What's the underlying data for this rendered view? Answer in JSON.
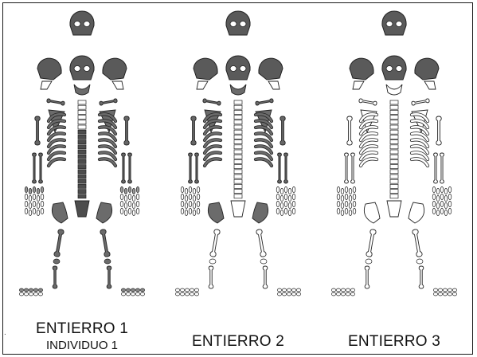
{
  "burials": [
    {
      "name": "ENTIERRO 1",
      "subtitle": "INDIVIDUO 1",
      "fill": {
        "skull": "#5a5a5a",
        "torso": "#6b6b6b",
        "spine": "#4d4d4d",
        "arms": "#666666",
        "legs": "#6b6b6b",
        "hands": "#9a9a9a",
        "feet": "#8a8a8a"
      }
    },
    {
      "name": "ENTIERRO 2",
      "fill": {
        "skull": "#5a5a5a",
        "torso": "#6b6b6b",
        "spine": "#ffffff",
        "arms": "#666666",
        "legs": "#ffffff",
        "hands": "#ffffff",
        "feet": "#ffffff"
      }
    },
    {
      "name": "ENTIERRO 3",
      "fill": {
        "skull": "#5a5a5a",
        "torso": "#ffffff",
        "spine": "#ffffff",
        "arms": "#ffffff",
        "legs": "#ffffff",
        "hands": "#ffffff",
        "feet": "#ffffff"
      }
    }
  ],
  "corner_mark": ".",
  "colors": {
    "border": "#1a1a1a",
    "bone_dark": "#5a5a5a",
    "outline": "#222222"
  }
}
